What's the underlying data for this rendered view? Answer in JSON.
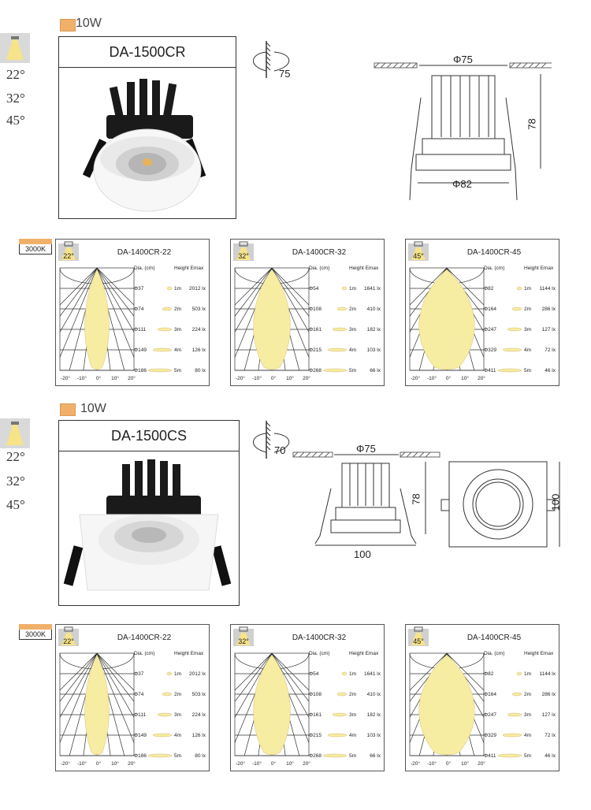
{
  "colors": {
    "accent": "#f1b06a",
    "beam": "#f6eca2"
  },
  "sections": [
    {
      "watt": "10W",
      "angles": [
        "22°",
        "32°",
        "45°"
      ],
      "product_title": "DA-1500CR",
      "cutout_label": "75",
      "dims": {
        "top": "Φ75",
        "height": "78",
        "bottom": "Φ82"
      },
      "color_temp": "3000K"
    },
    {
      "watt": "10W",
      "angles": [
        "22°",
        "32°",
        "45°"
      ],
      "product_title": "DA-1500CS",
      "cutout_label": "70",
      "dims": {
        "top": "Φ75",
        "height": "78",
        "bottom": "100",
        "side": "100"
      },
      "color_temp": "3000K"
    }
  ],
  "photometric": {
    "col_dia": "Dia. (cm)",
    "col_height": "Height Emax",
    "x_ticks": [
      "-20°",
      "-10°",
      "0°",
      "10°",
      "20°"
    ],
    "heights": [
      "1m",
      "2m",
      "3m",
      "4m",
      "5m"
    ],
    "charts": [
      {
        "title": "DA-1400CR-22",
        "badge": "22°",
        "dia": [
          "Φ37",
          "Φ74",
          "Φ111",
          "Φ149",
          "Φ186"
        ],
        "lux": [
          "2012 lx",
          "503 lx",
          "224 lx",
          "126 lx",
          "80 lx"
        ]
      },
      {
        "title": "DA-1400CR-32",
        "badge": "32°",
        "dia": [
          "Φ54",
          "Φ108",
          "Φ161",
          "Φ215",
          "Φ268"
        ],
        "lux": [
          "1641 lx",
          "410 lx",
          "182 lx",
          "103 lx",
          "66 lx"
        ]
      },
      {
        "title": "DA-1400CR-45",
        "badge": "45°",
        "dia": [
          "Φ82",
          "Φ164",
          "Φ247",
          "Φ329",
          "Φ411"
        ],
        "lux": [
          "1144 lx",
          "286 lx",
          "127 lx",
          "72 lx",
          "46 lx"
        ]
      }
    ]
  }
}
